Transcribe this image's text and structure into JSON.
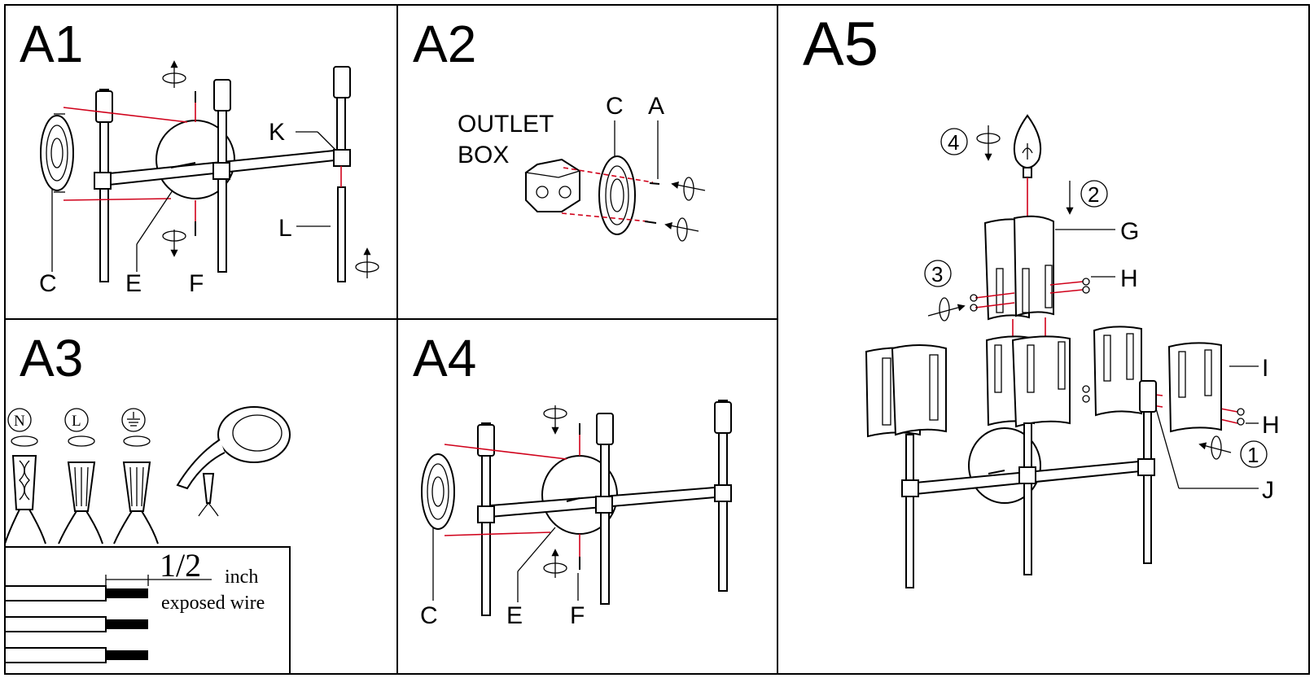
{
  "panels": {
    "a1": {
      "title": "A1",
      "labels": {
        "c": "C",
        "e": "E",
        "f": "F",
        "k": "K",
        "l": "L"
      }
    },
    "a2": {
      "title": "A2",
      "outlet_line1": "OUTLET",
      "outlet_line2": "BOX",
      "labels": {
        "c": "C",
        "a": "A"
      }
    },
    "a3": {
      "title": "A3",
      "symbols": {
        "n": "N",
        "l": "L"
      },
      "measure": "1/2",
      "unit": "inch",
      "caption": "exposed wire"
    },
    "a4": {
      "title": "A4",
      "labels": {
        "c": "C",
        "e": "E",
        "f": "F"
      }
    },
    "a5": {
      "title": "A5",
      "labels": {
        "g": "G",
        "h1": "H",
        "h2": "H",
        "i": "I",
        "j": "J"
      },
      "steps": {
        "s1": "1",
        "s2": "2",
        "s3": "3",
        "s4": "4"
      }
    }
  },
  "colors": {
    "line": "#000000",
    "guide": "#d0021b",
    "background": "#ffffff"
  }
}
